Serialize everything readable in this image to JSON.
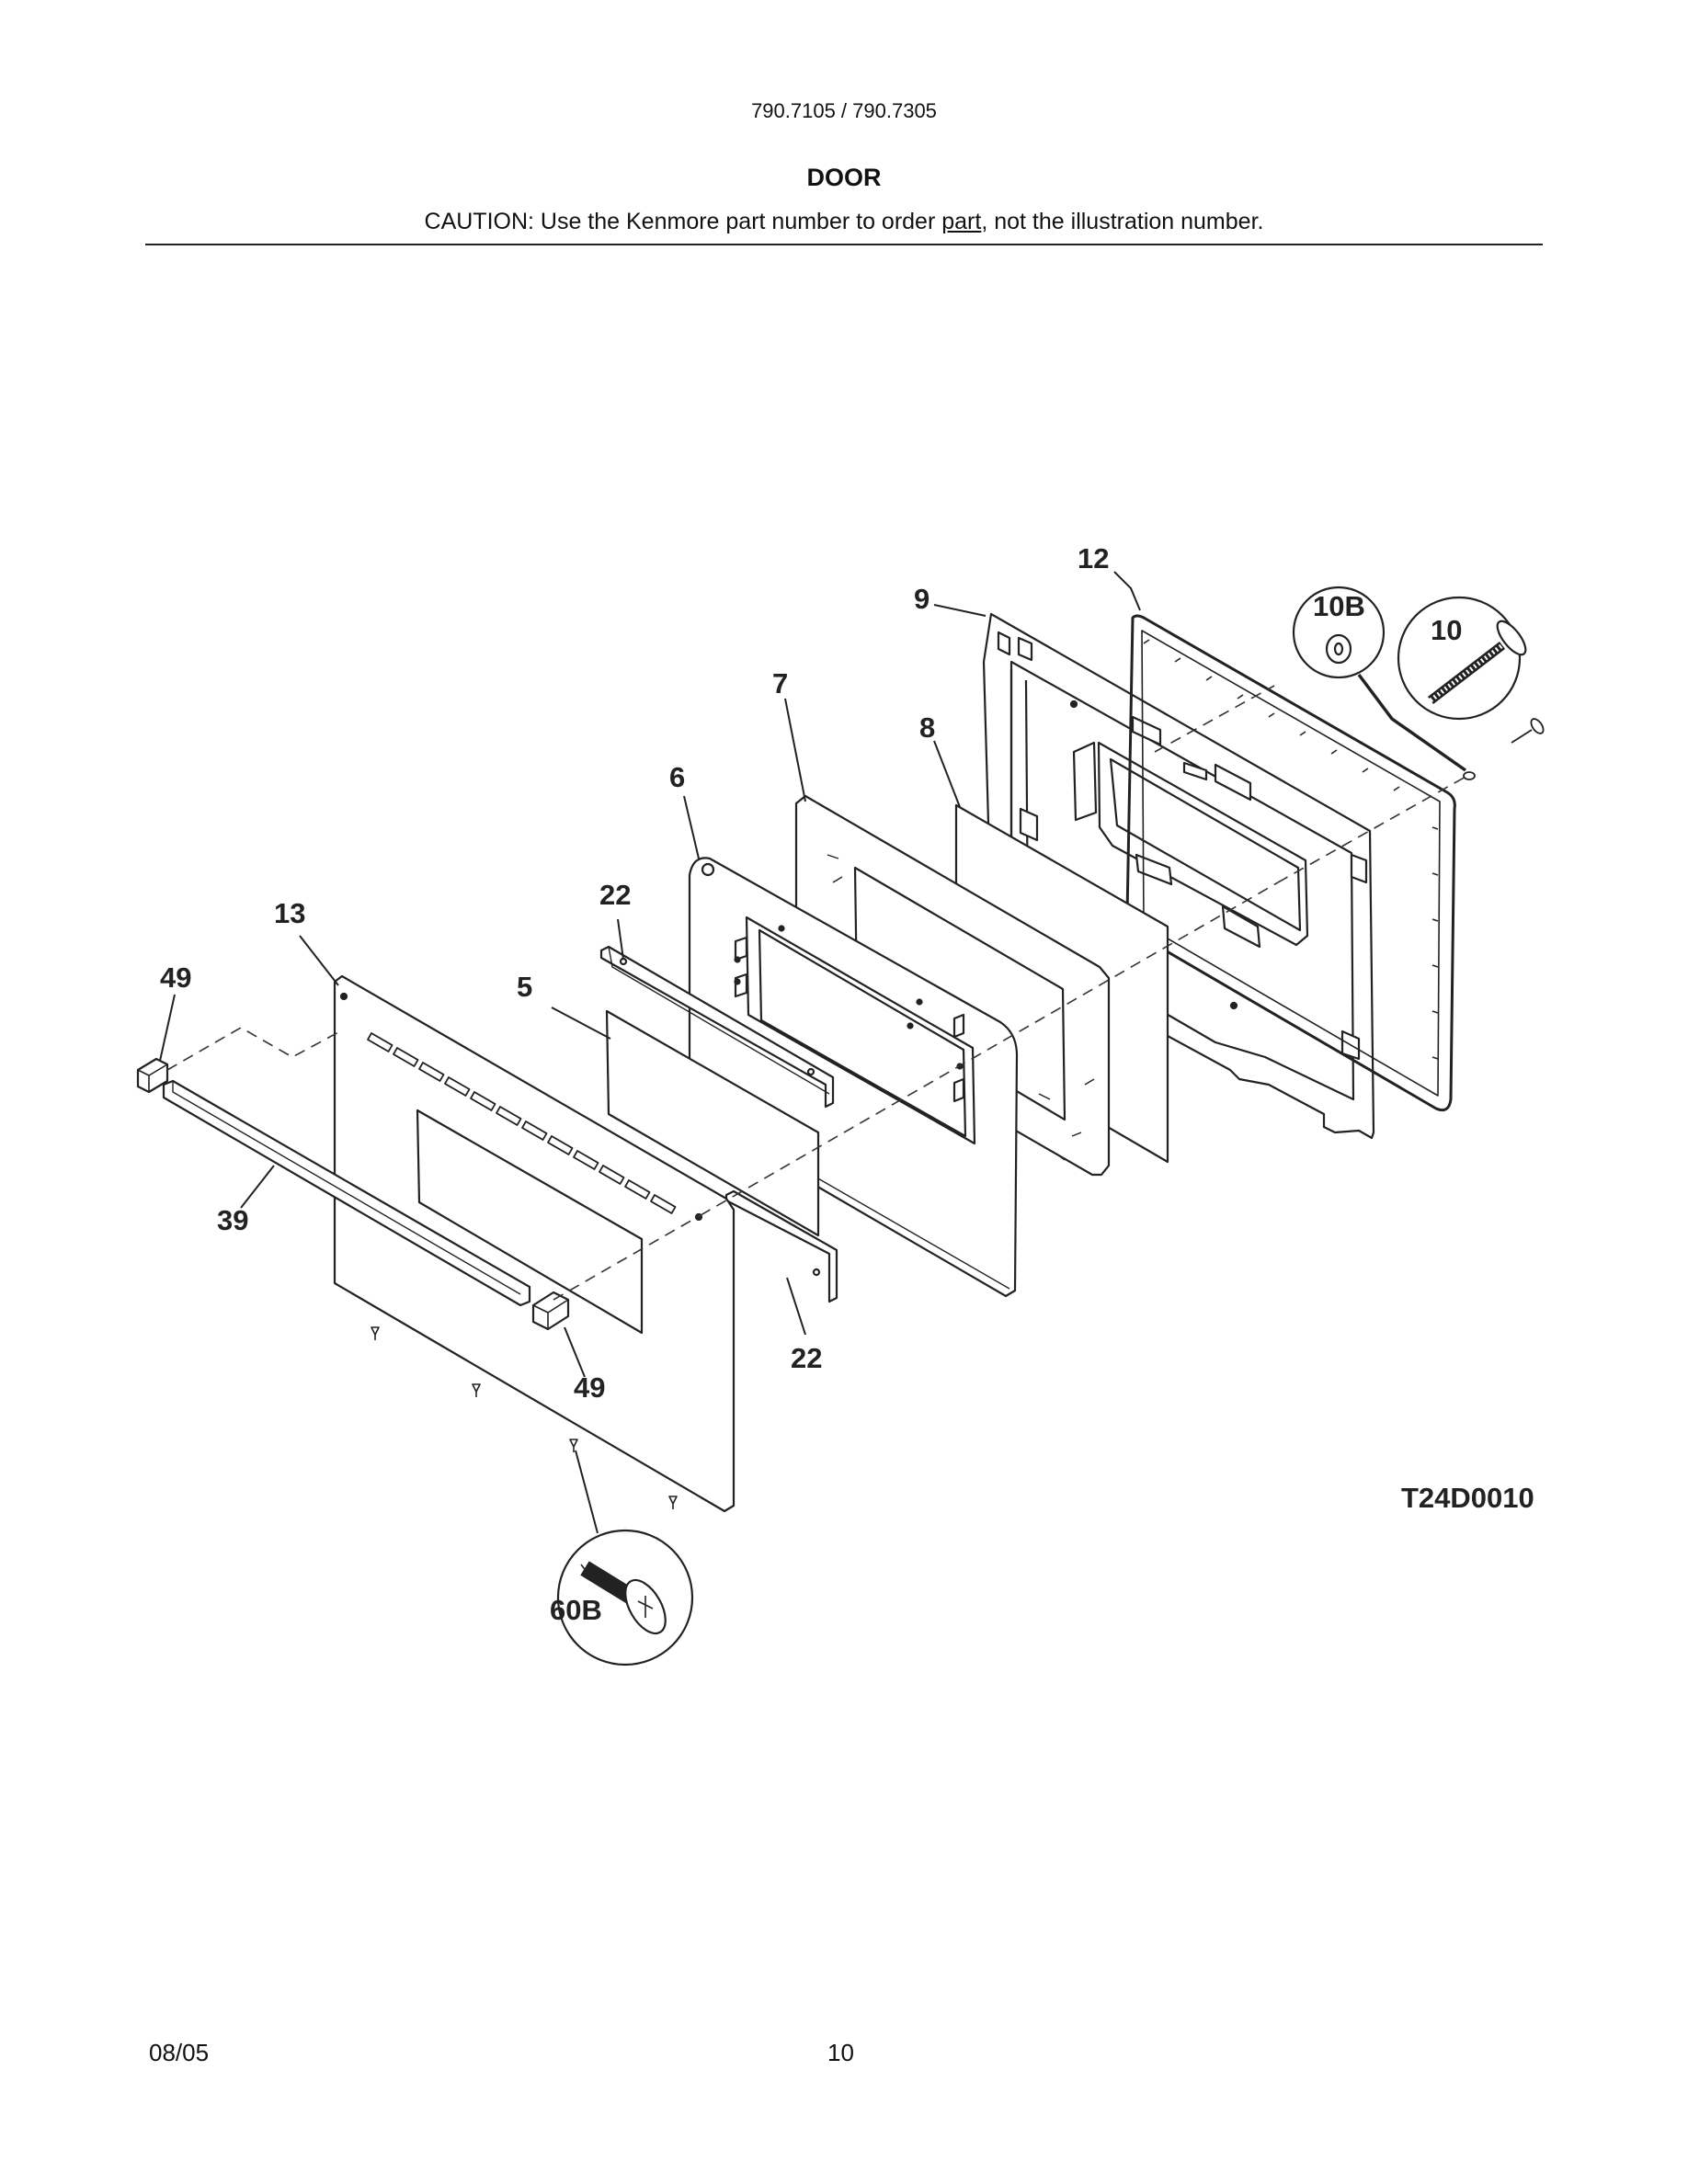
{
  "header": {
    "model": "790.7105 / 790.7305",
    "title": "DOOR",
    "caution_before": "CAUTION: Use the Kenmore part number to order ",
    "caution_underlined": "part",
    "caution_after": ", not the illustration number."
  },
  "diagram": {
    "code": "T24D0010",
    "callouts": {
      "c12": "12",
      "c9": "9",
      "c10b": "10B",
      "c10": "10",
      "c7": "7",
      "c8": "8",
      "c6": "6",
      "c13": "13",
      "c22a": "22",
      "c49a": "49",
      "c5": "5",
      "c39": "39",
      "c22b": "22",
      "c49b": "49",
      "c60b": "60B"
    }
  },
  "footer": {
    "date": "08/05",
    "page": "10"
  }
}
